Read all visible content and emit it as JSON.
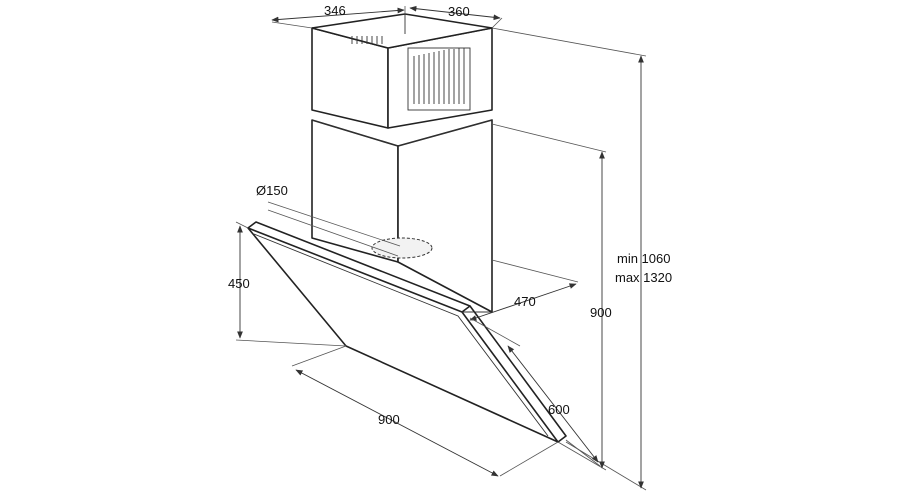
{
  "diagram": {
    "dimensions": {
      "chimney_depth": "346",
      "chimney_width": "360",
      "duct_diameter": "Ø150",
      "glass_height": "450",
      "canopy_depth": "470",
      "chimney_lower_height": "900",
      "total_height_min": "min 1060",
      "total_height_max": "max 1320",
      "hood_width": "900",
      "hood_depth": "600"
    },
    "colors": {
      "line": "#222222",
      "panel_fill": "#ffffff",
      "shade": "#f2f2f2"
    }
  }
}
